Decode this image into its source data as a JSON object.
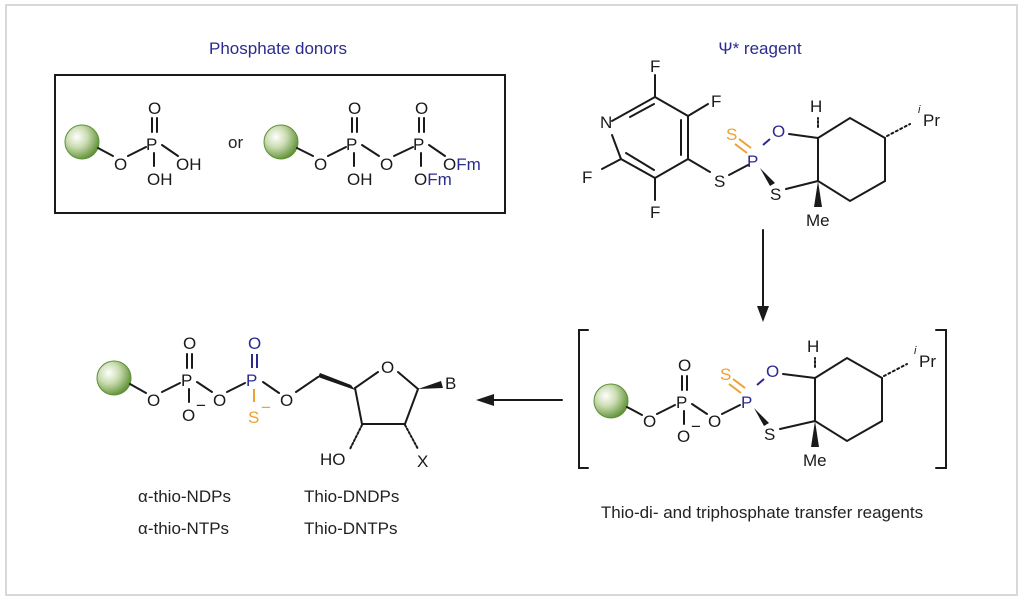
{
  "titles": {
    "phosphate_donors": "Phosphate donors",
    "psi_reagent": "Ψ* reagent"
  },
  "donor_box": {
    "or_label": "or",
    "monophosphate": {
      "O_top": "O",
      "P": "P",
      "O_link": "O",
      "OH_right": "OH",
      "OH_bottom": "OH"
    },
    "diphosphate": {
      "O_top1": "O",
      "P1": "P",
      "O_link1": "O",
      "OH_bottom": "OH",
      "O_bridge": "O",
      "O_top2": "O",
      "P2": "P",
      "OFm_right": "OFm",
      "OFm_bottom": "OFm"
    }
  },
  "psi_reagent": {
    "atoms": {
      "N": "N",
      "F1": "F",
      "F2": "F",
      "F3": "F",
      "F4": "F",
      "S_link": "S",
      "S_thiono": "S",
      "P": "P",
      "O_ring": "O",
      "S_ring": "S",
      "H": "H",
      "Me": "Me",
      "iPr_sup": "i",
      "iPr": "Pr"
    }
  },
  "intermediate": {
    "atoms": {
      "O_top": "O",
      "P1": "P",
      "O_link": "O",
      "O_minus": "O",
      "minus": "−",
      "O_bridge": "O",
      "S_thiono": "S",
      "P2": "P",
      "O_ring": "O",
      "S_ring": "S",
      "H": "H",
      "Me": "Me",
      "iPr_sup": "i",
      "iPr": "Pr"
    },
    "caption": "Thio-di- and triphosphate transfer reagents"
  },
  "product": {
    "atoms": {
      "O_top1": "O",
      "P1": "P",
      "O_link": "O",
      "O_minus": "O",
      "minus1": "−",
      "O_bridge": "O",
      "O_top2": "O",
      "P2": "P",
      "S_minus": "S",
      "minus2": "−",
      "O_5": "O",
      "O_ring": "O",
      "B": "B",
      "HO": "HO",
      "X": "X"
    },
    "labels": {
      "alpha_ndps": "α-thio-NDPs",
      "alpha_ntps": "α-thio-NTPs",
      "thio_dndps": "Thio-DNDPs",
      "thio_dntps": "Thio-DNTPs"
    }
  },
  "colors": {
    "title_blue": "#2b2b8f",
    "sulfur_orange": "#f0a030",
    "sphere_green": "#6a9a3a"
  }
}
